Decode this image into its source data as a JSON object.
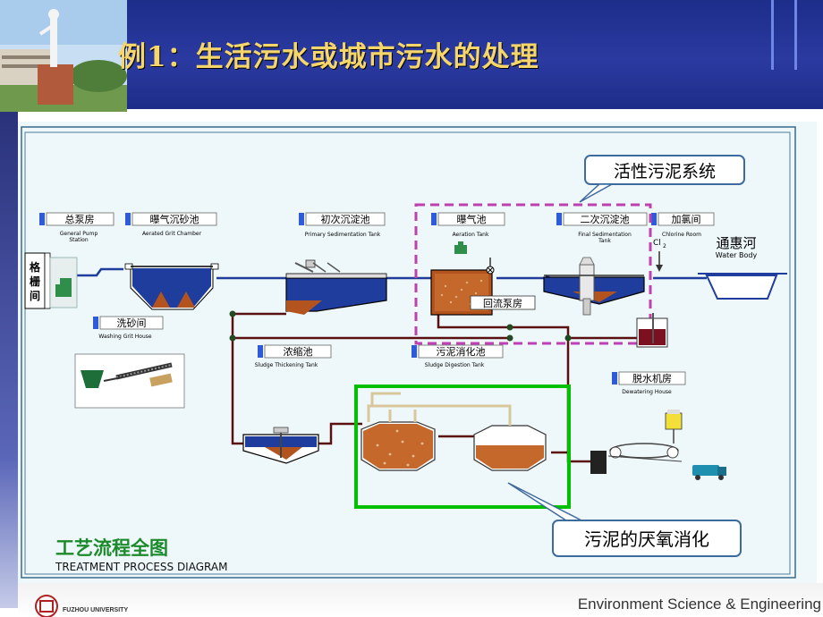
{
  "slide": {
    "title": "例1：生活污水或城市污水的处理",
    "footer": "Environment Science & Engineering",
    "university": "FUZHOU UNIVERSITY"
  },
  "diagram": {
    "caption_cn": "工艺流程全图",
    "caption_en": "TREATMENT PROCESS DIAGRAM",
    "units": [
      {
        "cn": "总泵房",
        "en1": "General Pump",
        "en2": "Station"
      },
      {
        "cn": "曝气沉砂池",
        "en1": "Aerated Grit Chamber",
        "en2": ""
      },
      {
        "cn": "初次沉淀池",
        "en1": "Primary Sedimentation Tank",
        "en2": ""
      },
      {
        "cn": "曝气池",
        "en1": "Aeration Tank",
        "en2": ""
      },
      {
        "cn": "二次沉淀池",
        "en1": "Final Sedimentation",
        "en2": "Tank"
      },
      {
        "cn": "加氯间",
        "en1": "Chlorine Room",
        "en2": ""
      },
      {
        "cn": "洗砂间",
        "en1": "Washing Grit House",
        "en2": ""
      },
      {
        "cn": "浓缩池",
        "en1": "Sludge Thickening Tank",
        "en2": ""
      },
      {
        "cn": "污泥消化池",
        "en1": "Sludge Digestion Tank",
        "en2": ""
      },
      {
        "cn": "脱水机房",
        "en1": "Dewatering House",
        "en2": ""
      }
    ],
    "screen_house": "格栅间",
    "return_pump": "回流泵房",
    "chlorine_symbol": "Cl",
    "chlorine_subscript": "2",
    "water_body_cn": "通惠河",
    "water_body_en": "Water Body",
    "callout_activated": "活性污泥系统",
    "callout_anaerobic": "污泥的厌氧消化"
  },
  "colors": {
    "header": "#1d2d8a",
    "title": "#f6d66b",
    "water": "#1f3d9c",
    "sludge": "#b3541e",
    "pipe": "#5a1010",
    "dashed_box": "#c040b0",
    "green_box": "#00c000"
  }
}
